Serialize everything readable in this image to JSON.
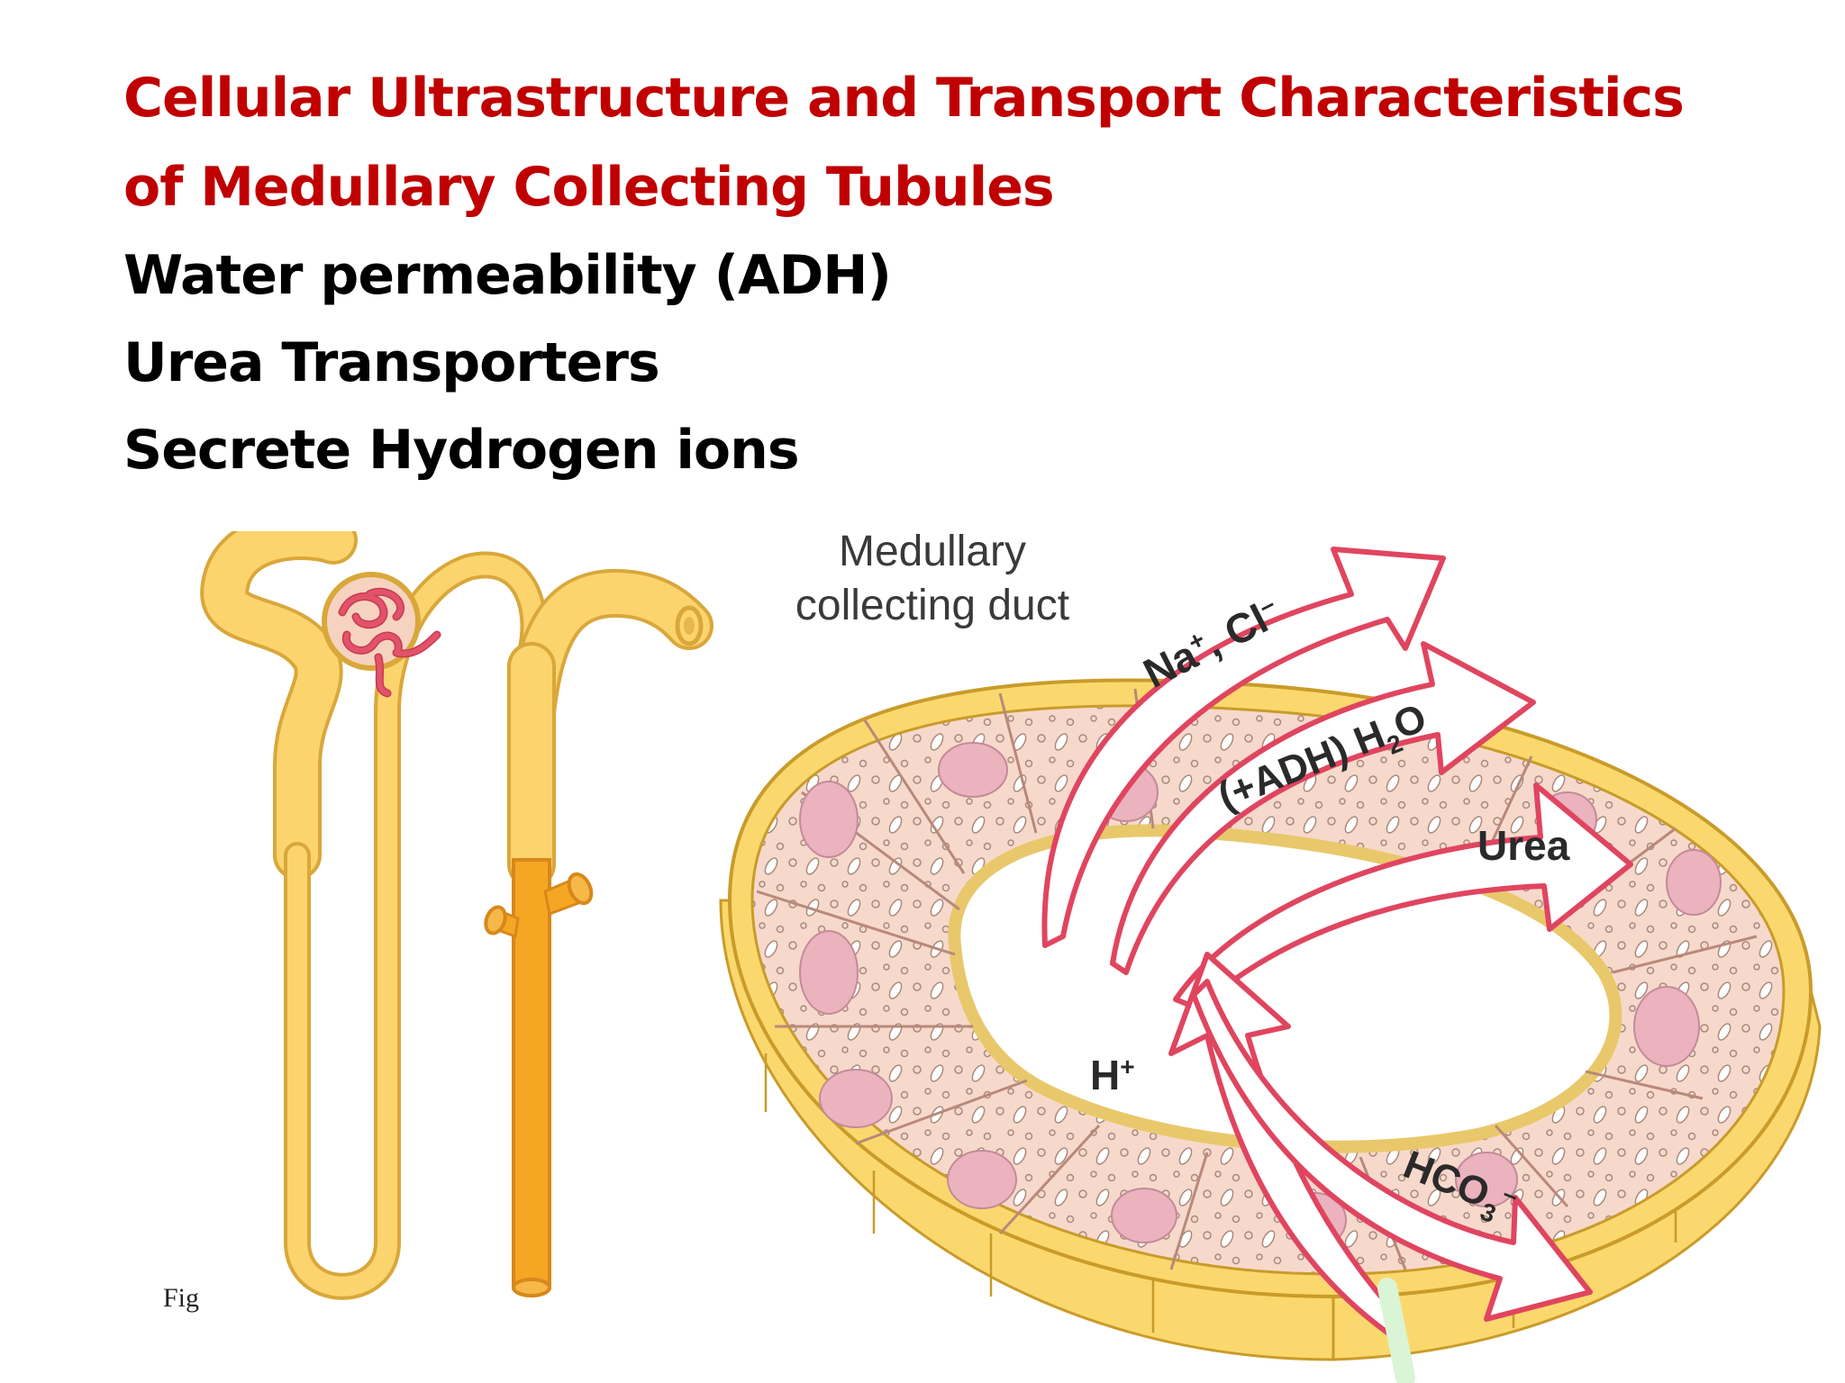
{
  "slide": {
    "title": "Cellular Ultrastructure and Transport Characteristics of Medullary Collecting Tubules",
    "bullets": [
      "Water permeability (ADH)",
      "Urea Transporters",
      "Secrete Hydrogen ions"
    ],
    "figure_caption": "Fig"
  },
  "diagram": {
    "duct_label": [
      "Medullary",
      "collecting duct"
    ],
    "arrows": {
      "nacl": {
        "main": "Na",
        "sup1": "+",
        "rest": ", Cl",
        "sup2": "–"
      },
      "water": {
        "main": "(+ADH) H",
        "sub": "2",
        "rest": "O"
      },
      "urea": "Urea",
      "hplus": {
        "main": "H",
        "sup": "+"
      },
      "hco3": {
        "main": "HCO",
        "sub": "3",
        "sup": "–"
      }
    },
    "colors": {
      "title": "#c00000",
      "nephron_light": "#fcd46e",
      "nephron_dark": "#f5a623",
      "glomerulus": "#e2536b",
      "arrow_stroke": "#e0455f",
      "cell_fill": "#f7d9cc",
      "nucleus": "#eab3be",
      "wall": "#fbd86d"
    }
  }
}
